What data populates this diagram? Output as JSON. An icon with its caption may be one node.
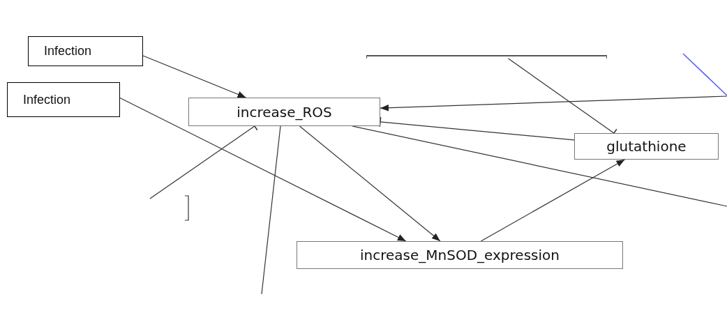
{
  "diagram": {
    "nodes": [
      {
        "text": [
          "Infection"
        ]
      },
      {
        "text": [],
        "shape": "bar"
      },
      {
        "text": [
          "Infection"
        ]
      },
      {
        "text": [
          "increase_ROS"
        ]
      },
      {
        "text": [
          "glutathione"
        ]
      },
      {
        "text": [
          "increase_MnSOD_expression"
        ]
      }
    ],
    "edges": [
      {
        "from": 0,
        "to": 3,
        "arrow": "to"
      },
      {
        "from": 2,
        "to": 5,
        "arrow": "to"
      },
      {
        "from": null,
        "to": 3,
        "arrow": "other"
      },
      {
        "from": 3,
        "to": null,
        "arrow": "none"
      },
      {
        "from": 3,
        "to": 5,
        "arrow": "to"
      },
      {
        "from": 3,
        "to": null,
        "arrow": "none"
      },
      {
        "from": null,
        "to": 3,
        "arrow": "to"
      },
      {
        "from": 4,
        "to": 3,
        "arrow": "other"
      },
      {
        "from": 1,
        "to": 4,
        "arrow": "other"
      },
      {
        "from": 5,
        "to": 4,
        "arrow": "to"
      }
    ]
  }
}
